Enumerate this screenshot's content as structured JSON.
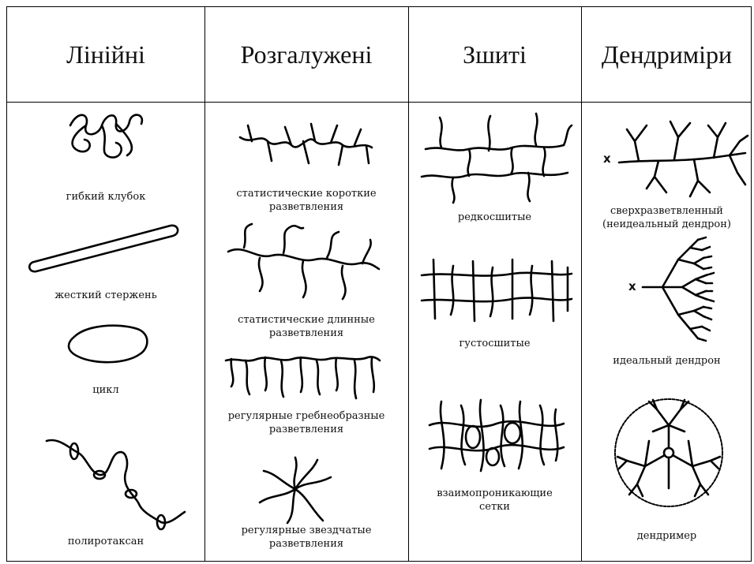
{
  "columns": [
    {
      "header": "Лінійні",
      "items": [
        "гибкий клубок",
        "жесткий стержень",
        "цикл",
        "полиротаксан"
      ]
    },
    {
      "header": "Розгалужені",
      "items": [
        "статистические короткие\nразветвления",
        "статистические длинные\nразветвления",
        "регулярные гребнеобразные\nразветвления",
        "регулярные звездчатые\nразветвления"
      ]
    },
    {
      "header": "Зшиті",
      "items": [
        "редкосшитые",
        "густосшитые",
        "взаимопроникающие\nсетки"
      ]
    },
    {
      "header": "Дендриміри",
      "items": [
        "сверхразветвленный\n(неидеальный дендрон)",
        "идеальный дендрон",
        "дендример"
      ],
      "markers": [
        "x",
        "x"
      ]
    }
  ]
}
